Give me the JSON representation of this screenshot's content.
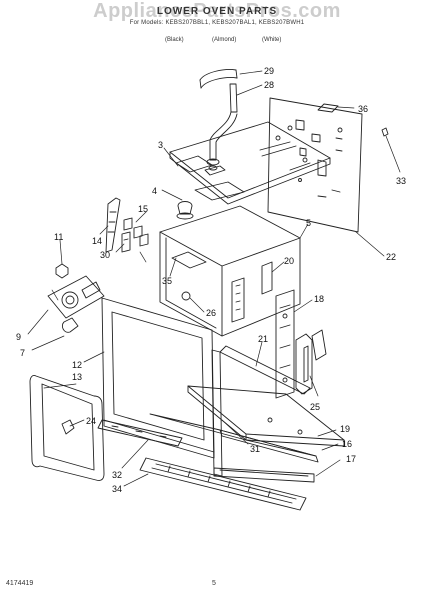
{
  "page": {
    "watermark": "AppliancePartsPros.com",
    "title": "LOWER OVEN PARTS",
    "models_line": "For Models: KEBS207BBL1, KEBS207BAL1, KEBS207BWH1",
    "colors": [
      "(Black)",
      "(Almond)",
      "(White)"
    ]
  },
  "callouts": [
    "29",
    "28",
    "36",
    "3",
    "33",
    "4",
    "15",
    "14",
    "11",
    "30",
    "5",
    "20",
    "22",
    "35",
    "26",
    "18",
    "9",
    "7",
    "12",
    "21",
    "13",
    "24",
    "25",
    "31",
    "19",
    "16",
    "17",
    "32",
    "34"
  ],
  "footer": {
    "doc_number": "4174419",
    "page_number": "5"
  },
  "palette": {
    "line": "#222222",
    "watermark": "#c8c8c8"
  }
}
